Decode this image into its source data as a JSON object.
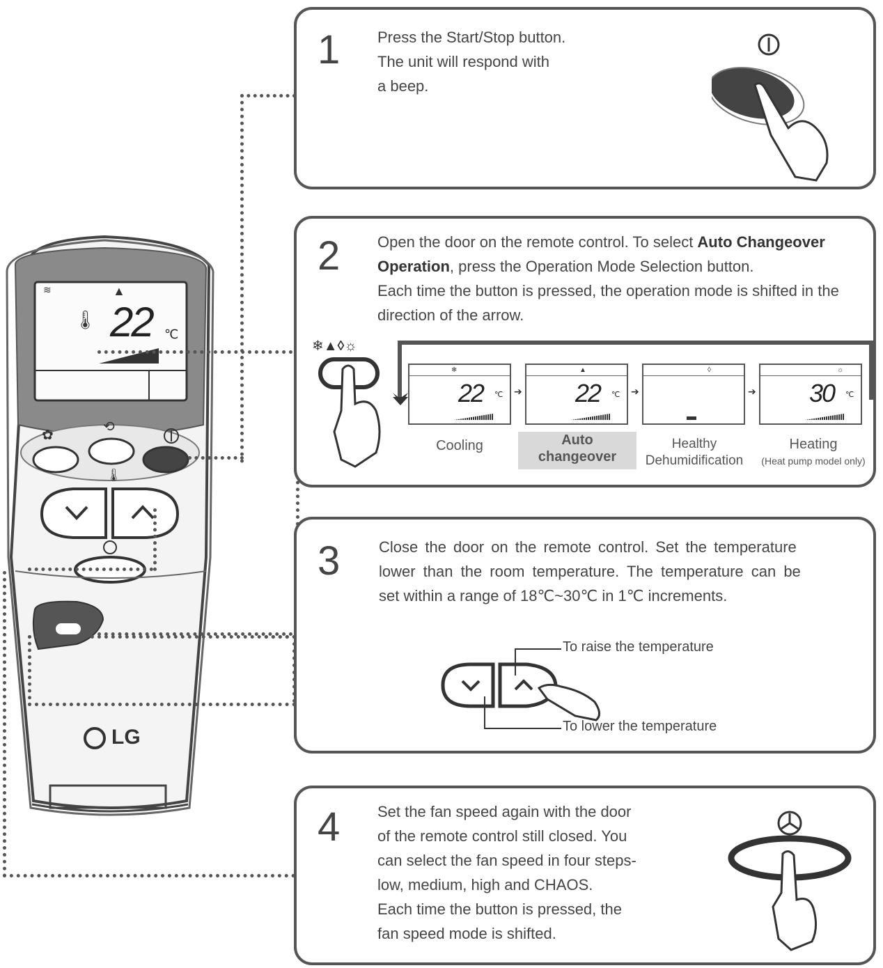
{
  "step1": {
    "number": "1",
    "lines": [
      "Press the Start/Stop button.",
      "The unit will respond with",
      "a beep."
    ]
  },
  "step2": {
    "number": "2",
    "line1_pre": "Open the door on the remote control. To select ",
    "line1_bold": "Auto Changeover",
    "line2_bold": "Operation",
    "line2_post": ", press the Operation Mode Selection button.",
    "line3": "Each time the button is pressed, the operation mode is shifted in the",
    "line4": "direction of the arrow.",
    "displays": [
      {
        "temp": "22",
        "unit": "℃",
        "icon": "snowflake-icon"
      },
      {
        "temp": "22",
        "unit": "℃",
        "icon": "auto-icon"
      },
      {
        "temp": "",
        "unit": "",
        "icon": "drop-icon"
      },
      {
        "temp": "30",
        "unit": "℃",
        "icon": "sun-icon"
      }
    ],
    "modes": {
      "cooling": "Cooling",
      "auto_1": "Auto",
      "auto_2": "changeover",
      "dehum_1": "Healthy",
      "dehum_2": "Dehumidification",
      "heat_1": "Heating",
      "heat_2": "(Heat pump model only)"
    },
    "mode_symbols": "❄▲◊☼"
  },
  "step3": {
    "number": "3",
    "lines": [
      "Close the door on the remote control. Set the temperature",
      "lower than the room temperature. The temperature can be",
      "set within a range of 18℃~30℃ in 1℃ increments."
    ],
    "raise": "To raise the temperature",
    "lower": "To lower the temperature"
  },
  "step4": {
    "number": "4",
    "lines": [
      "Set the fan speed again with the door",
      "of the remote control still closed. You",
      "can select the fan speed in four steps-",
      "low, medium, high and CHAOS.",
      "Each time the button is pressed, the",
      "fan speed mode is shifted."
    ]
  },
  "remote": {
    "display_temp": "22",
    "display_unit": "℃",
    "brand": "LG"
  }
}
